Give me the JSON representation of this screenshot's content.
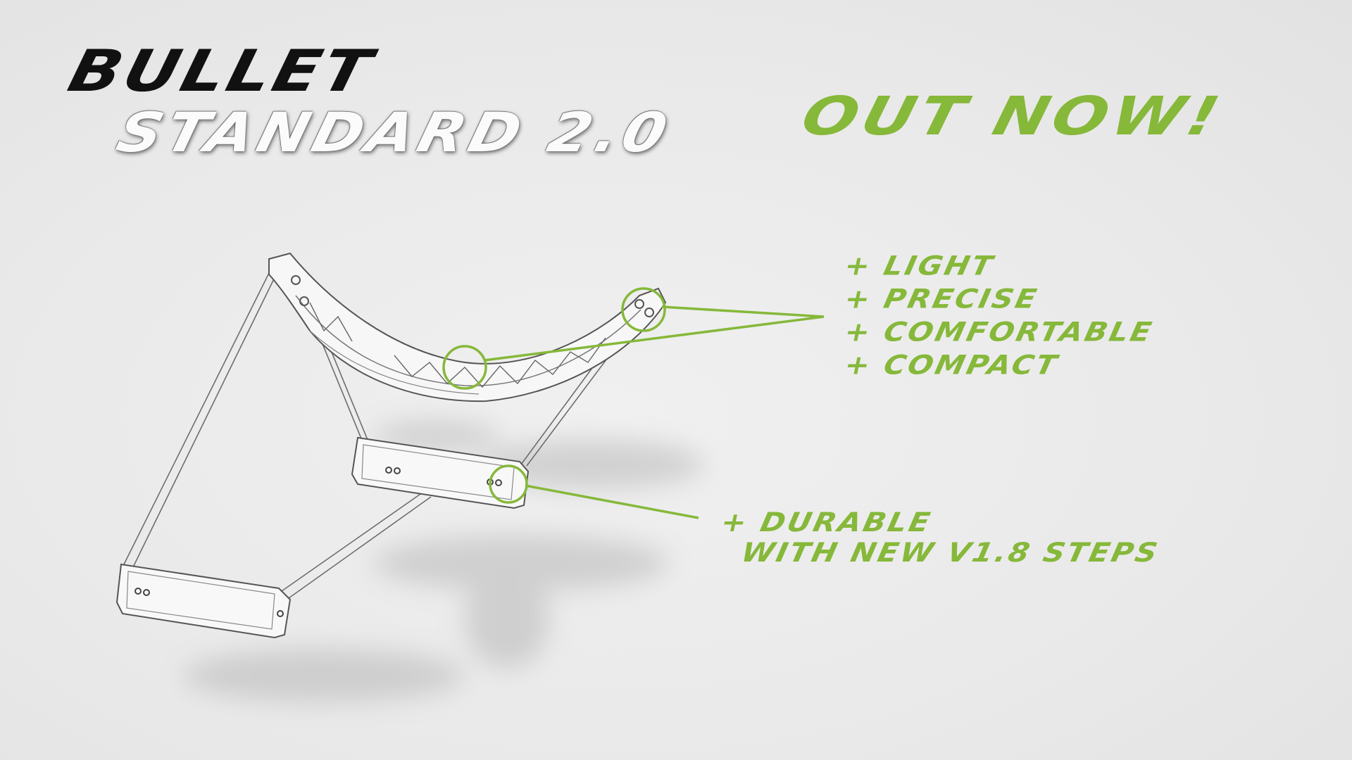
{
  "brand": {
    "line1": "BULLET",
    "line2": "STANDARD 2.0"
  },
  "headline": "OUT NOW!",
  "features": [
    "+ LIGHT",
    "+ PRECISE",
    "+ COMFORTABLE",
    "+ COMPACT"
  ],
  "durable": {
    "line1": "+ DURABLE",
    "line2": "WITH NEW V1.8 STEPS"
  },
  "colors": {
    "accent": "#86b83a",
    "brand_dark": "#111111",
    "background": "#ebebeb"
  }
}
